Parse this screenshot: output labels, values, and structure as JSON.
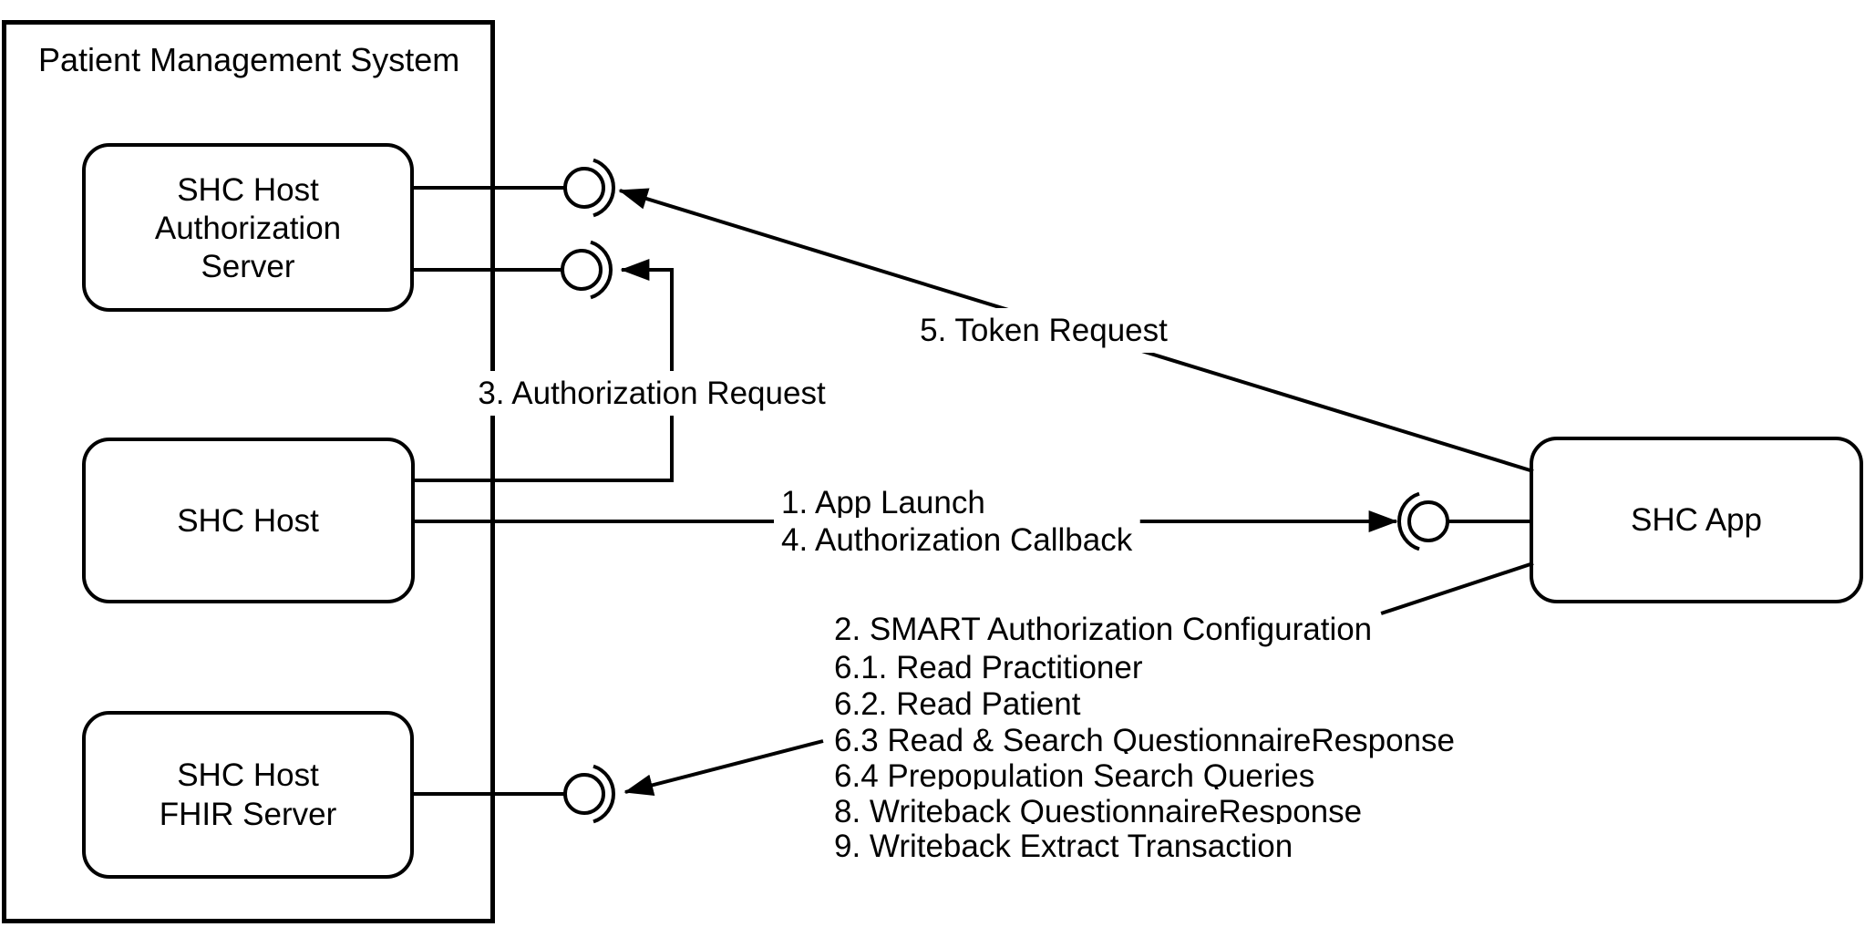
{
  "colors": {
    "background": "#ffffff",
    "line": "#000000",
    "text": "#000000",
    "shape_fill": "#ffffff"
  },
  "system_group": {
    "title": "Patient Management System"
  },
  "components": {
    "auth_server": {
      "lines": [
        "SHC Host",
        "Authorization",
        "Server"
      ]
    },
    "shc_host": {
      "lines": [
        "SHC Host"
      ]
    },
    "fhir_server": {
      "lines": [
        "SHC Host",
        "FHIR Server"
      ]
    },
    "shc_app": {
      "lines": [
        "SHC App"
      ]
    }
  },
  "connections": {
    "token_request": {
      "label": "5. Token Request"
    },
    "authorization_request": {
      "label": "3. Authorization Request"
    },
    "app_launch": {
      "label": "1. App Launch"
    },
    "authorization_callback": {
      "label": "4. Authorization Callback"
    },
    "label_stack": [
      "2. SMART Authorization Configuration",
      "6.1. Read Practitioner",
      "6.2. Read Patient",
      "6.3 Read & Search QuestionnaireResponse",
      "6.4 Prepopulation Search Queries",
      "8. Writeback QuestionnaireResponse",
      "9. Writeback Extract Transaction"
    ]
  },
  "icons": {
    "provided_interface": "ball-icon",
    "required_interface": "socket-icon",
    "arrowhead": "arrowhead-icon"
  }
}
